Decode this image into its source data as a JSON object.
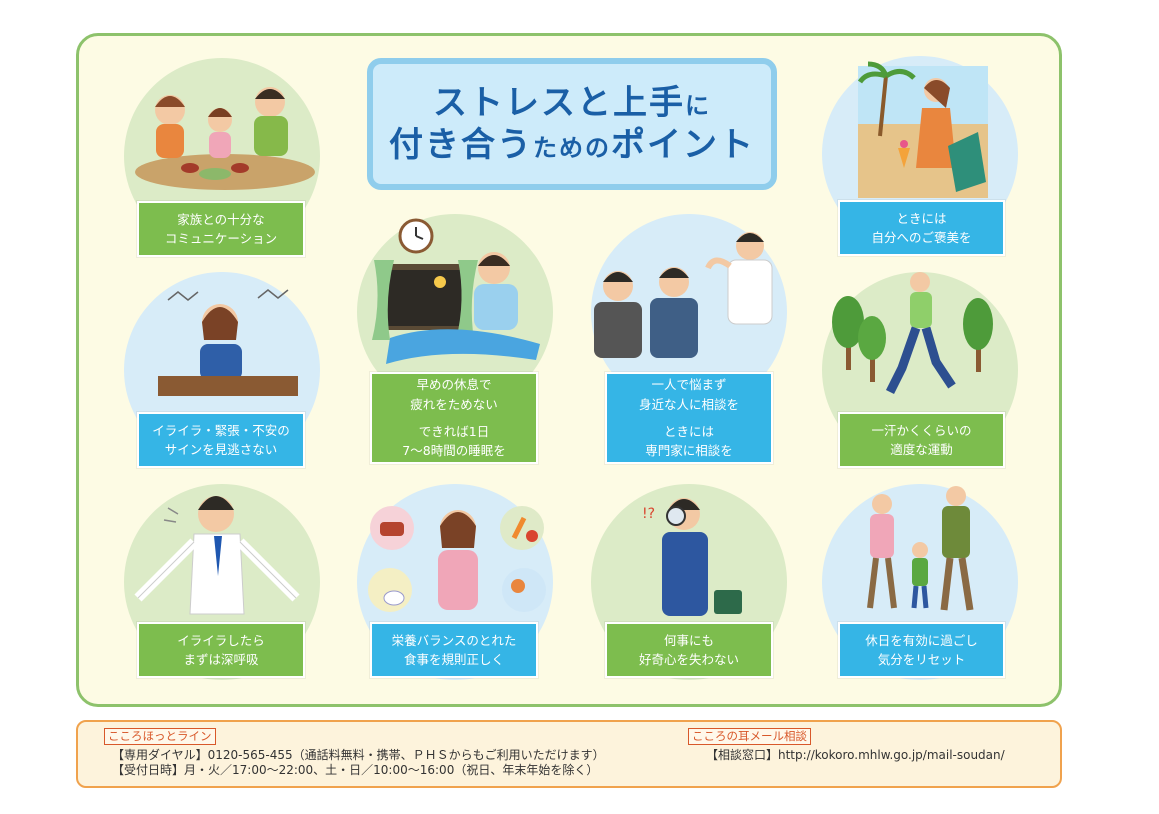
{
  "title": {
    "line1_main": "ストレスと上手",
    "line1_small": "に",
    "line2_main": "付き合う",
    "line2_small": "ための",
    "line2_tail": "ポイント"
  },
  "tips": {
    "family": {
      "line1": "家族との十分な",
      "line2": "コミュニケーション"
    },
    "reward": {
      "line1": "ときには",
      "line2": "自分へのご褒美を"
    },
    "signs": {
      "line1": "イライラ・緊張・不安の",
      "line2": "サインを見逃さない"
    },
    "rest": {
      "line1": "早めの休息で",
      "line2": "疲れをためない",
      "line3": "できれば1日",
      "line4": "7～8時間の睡眠を"
    },
    "consult": {
      "line1": "一人で悩まず",
      "line2": "身近な人に相談を",
      "line3": "ときには",
      "line4": "専門家に相談を"
    },
    "exercise": {
      "line1": "一汗かくくらいの",
      "line2": "適度な運動"
    },
    "breathe": {
      "line1": "イライラしたら",
      "line2": "まずは深呼吸"
    },
    "diet": {
      "line1": "栄養バランスのとれた",
      "line2": "食事を規則正しく"
    },
    "curiosity": {
      "line1": "何事にも",
      "line2": "好奇心を失わない"
    },
    "holiday": {
      "line1": "休日を有効に過ごし",
      "line2": "気分をリセット"
    }
  },
  "footer": {
    "hotline": {
      "heading": "こころほっとライン",
      "dial": "【専用ダイヤル】0120-565-455（通話料無料・携帯、ＰＨＳからもご利用いただけます）",
      "hours": "【受付日時】月・火／17:00～22:00、土・日／10:00～16:00（祝日、年末年始を除く）"
    },
    "mail": {
      "heading": "こころの耳メール相談",
      "window": "【相談窓口】http://kokoro.mhlw.go.jp/mail-soudan/"
    }
  },
  "colors": {
    "green_label": "#7dbd4e",
    "blue_label": "#35b5e6",
    "green_circle": "#dcebc7",
    "blue_circle": "#d7ecf8",
    "frame": "#8dc26b",
    "title_text": "#1a5fa6",
    "footer_border": "#f0a24d",
    "footer_heading": "#d8582a"
  },
  "illustrations": {
    "family": "family-meal-illustration",
    "reward": "beach-drink-illustration",
    "signs": "stressed-woman-illustration",
    "rest": "sleeping-man-illustration",
    "consult": "consultation-illustration",
    "exercise": "walking-man-illustration",
    "breathe": "deep-breath-illustration",
    "diet": "balanced-meal-illustration",
    "curiosity": "magnifier-man-illustration",
    "holiday": "family-hike-illustration"
  }
}
